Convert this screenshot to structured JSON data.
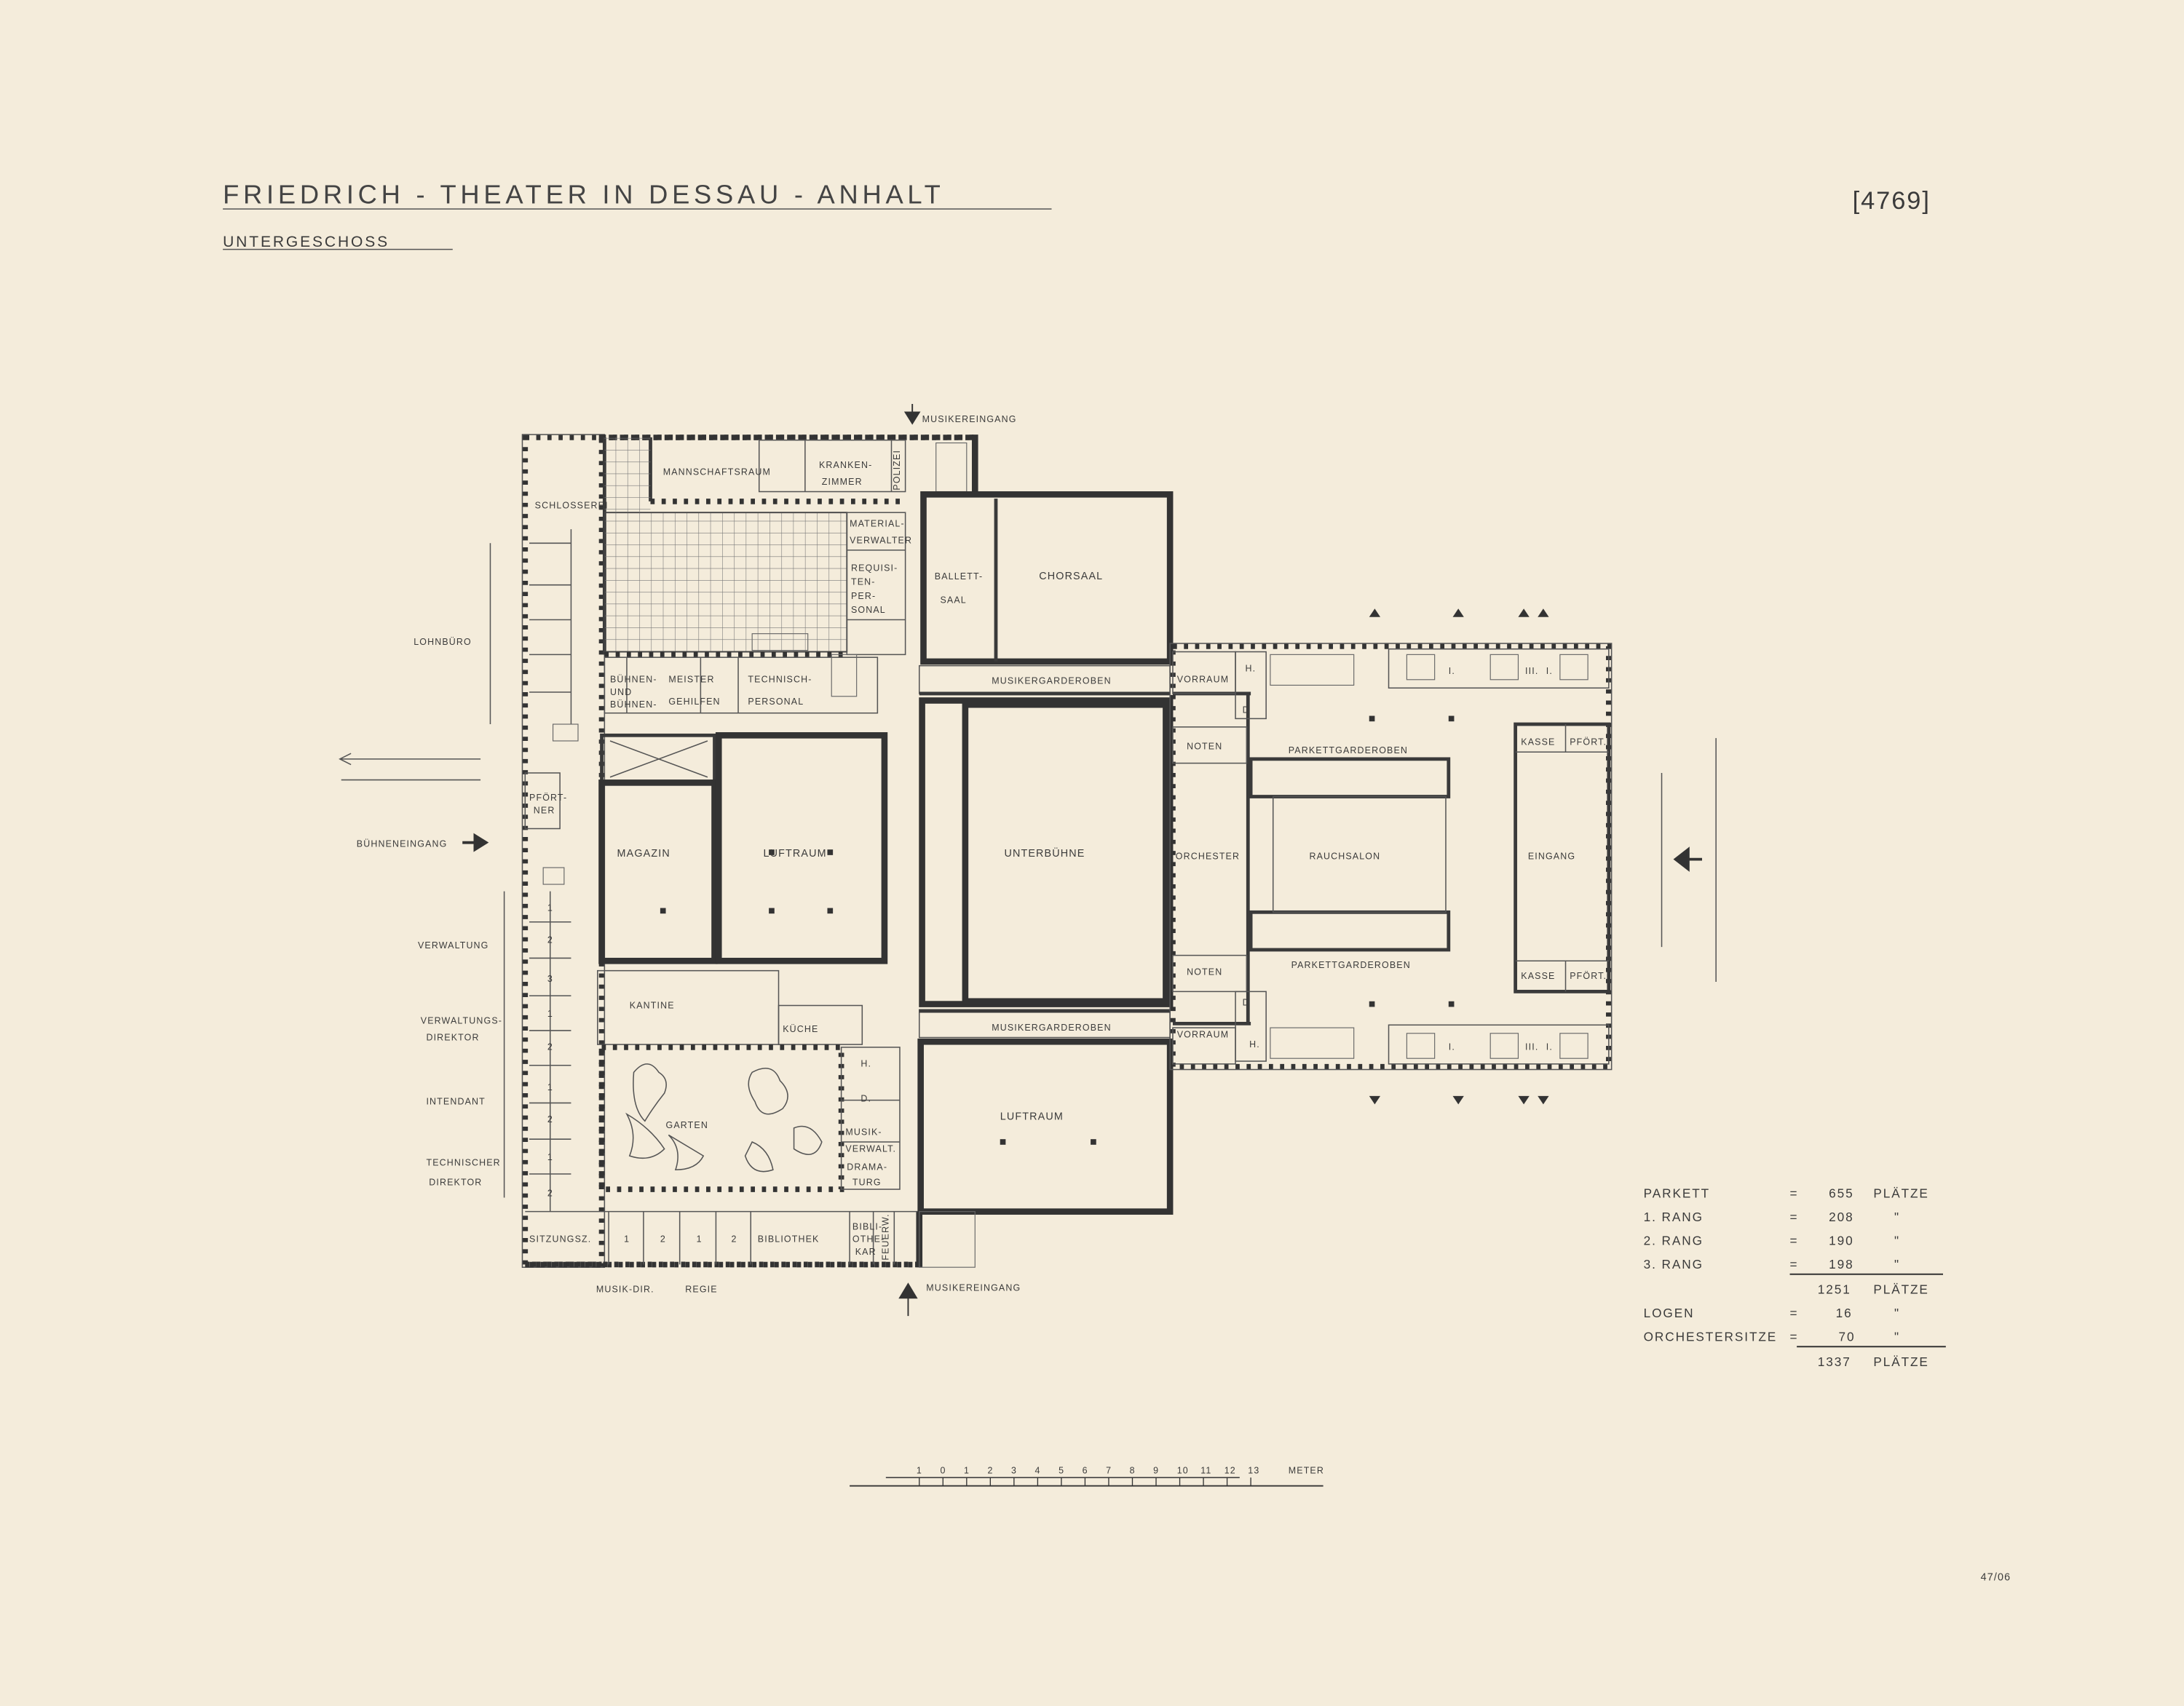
{
  "title": "FRIEDRICH - THEATER IN DESSAU - ANHALT",
  "subtitle": "UNTERGESCHOSS",
  "drawing_number": "[4769]",
  "archive_note": "47/06",
  "colors": {
    "paper": "#f4ecdb",
    "ink": "#333333"
  },
  "entrances": {
    "musikereingang_top": "MUSIKEREINGANG",
    "musikereingang_bottom": "MUSIKEREINGANG",
    "buehneneingang": "BÜHNENEINGANG"
  },
  "side_labels": {
    "lohnbuero": "LOHNBÜRO",
    "verwaltung": "VERWALTUNG",
    "verwaltungsdirektor_1": "VERWALTUNGS-",
    "verwaltungsdirektor_2": "DIREKTOR",
    "intendant": "INTENDANT",
    "technischer_direktor_1": "TECHNISCHER",
    "technischer_direktor_2": "DIREKTOR",
    "musik_dir": "MUSIK-DIR.",
    "regie": "REGIE"
  },
  "rooms": {
    "schlosserei": "SCHLOSSEREI",
    "mannschaftsraum": "MANNSCHAFTSRAUM",
    "kranken_1": "KRANKEN-",
    "kranken_2": "ZIMMER",
    "polizei": "POLIZEI",
    "material_1": "MATERIAL-",
    "material_2": "VERWALTER",
    "requisiten_1": "REQUISI-",
    "requisiten_2": "TEN-",
    "requisiten_3": "PER-",
    "requisiten_4": "SONAL",
    "buehnen_1": "BÜHNEN-",
    "buehnen_2": "UND",
    "buehnen_3": "BÜHNEN-",
    "meister_1": "MEISTER",
    "meister_2": "GEHILFEN",
    "technisch_1": "TECHNISCH-",
    "technisch_2": "PERSONAL",
    "ballett_1": "BALLETT-",
    "ballett_2": "SAAL",
    "chorsaal": "CHORSAAL",
    "musikergarderoben_top": "MUSIKERGARDEROBEN",
    "musikergarderoben_bottom": "MUSIKERGARDEROBEN",
    "magazin": "MAGAZIN",
    "luftraum_left": "LUFTRAUM",
    "unterbuehne": "UNTERBÜHNE",
    "luftraum_bottom": "LUFTRAUM",
    "kantine": "KANTINE",
    "kueche": "KÜCHE",
    "garten": "GARTEN",
    "h_left": "H.",
    "d_left": "D.",
    "musikverwalt_1": "MUSIK-",
    "musikverwalt_2": "VERWALT.",
    "dramaturg_1": "DRAMA-",
    "dramaturg_2": "TURG",
    "pfoertner_1": "PFÖRT-",
    "pfoertner_2": "NER",
    "sitzungsz": "SITZUNGSZ.",
    "bibliothek": "BIBLIOTHEK",
    "bibliothekar_1": "BIBLI-",
    "bibliothekar_2": "OTHE-",
    "bibliothekar_3": "KAR",
    "feuerwehr": "FEUERW.",
    "vorraum_top": "VORRAUM",
    "vorraum_bottom": "VORRAUM",
    "h_top": "H.",
    "d_top": "D",
    "h_bottom": "H.",
    "d_bottom": "D",
    "noten_top": "NOTEN",
    "noten_bottom": "NOTEN",
    "orchester": "ORCHESTER",
    "parkettgarderoben_top": "PARKETTGARDEROBEN",
    "parkettgarderoben_bottom": "PARKETTGARDEROBEN",
    "rauchsalon": "RAUCHSALON",
    "eingang": "EINGANG",
    "kasse_top": "KASSE",
    "pfort_top": "PFÖRT.",
    "kasse_bottom": "KASSE",
    "pfort_bottom": "PFÖRT."
  },
  "office_numbers": [
    "1",
    "2",
    "3",
    "1",
    "2",
    "1",
    "2",
    "1",
    "2"
  ],
  "bottom_office_numbers": [
    "1",
    "2",
    "1",
    "2"
  ],
  "stair_marks_top": [
    "I.",
    "III.",
    "I."
  ],
  "stair_marks_bottom": [
    "I.",
    "III.",
    "I."
  ],
  "seating": {
    "rows": [
      {
        "label": "PARKETT",
        "eq": "=",
        "value": "655",
        "unit": "PLÄTZE"
      },
      {
        "label": "1. RANG",
        "eq": "=",
        "value": "208",
        "unit": "\""
      },
      {
        "label": "2. RANG",
        "eq": "=",
        "value": "190",
        "unit": "\""
      },
      {
        "label": "3. RANG",
        "eq": "=",
        "value": "198",
        "unit": "\""
      }
    ],
    "subtotal": {
      "value": "1251",
      "unit": "PLÄTZE"
    },
    "extra_rows": [
      {
        "label": "LOGEN",
        "eq": "=",
        "value": "16",
        "unit": "\""
      },
      {
        "label": "ORCHESTERSITZE",
        "eq": "=",
        "value": "70",
        "unit": "\""
      }
    ],
    "total": {
      "value": "1337",
      "unit": "PLÄTZE"
    }
  },
  "scale_bar": {
    "ticks": [
      "1",
      "0",
      "1",
      "2",
      "3",
      "4",
      "5",
      "6",
      "7",
      "8",
      "9",
      "10",
      "11",
      "12",
      "13"
    ],
    "unit": "METER"
  }
}
